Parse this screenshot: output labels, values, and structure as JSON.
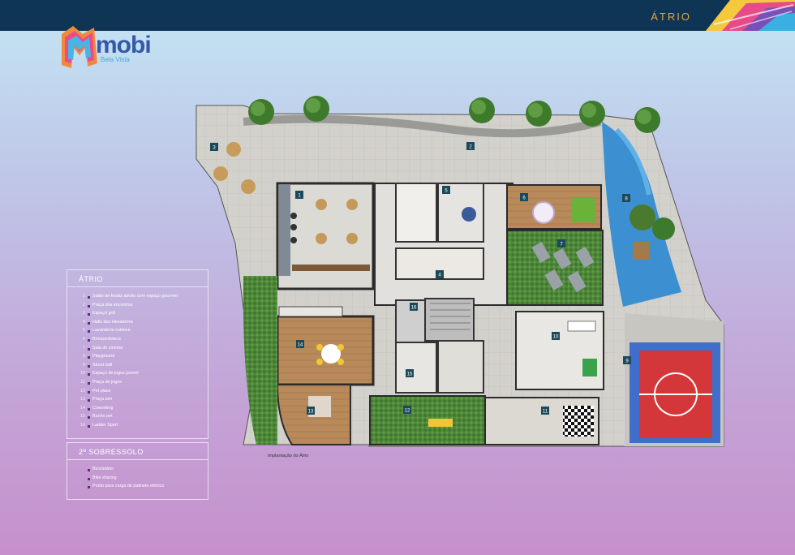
{
  "header": {
    "section_title": "ÁTRIO"
  },
  "logo": {
    "name": "mobi",
    "subtitle": "Bela Vista"
  },
  "legend_atrio": {
    "title": "ÁTRIO",
    "items": [
      {
        "num": "1",
        "label": "Salão de festas adulto com espaço gourmet"
      },
      {
        "num": "2",
        "label": "Praça dos encontros"
      },
      {
        "num": "3",
        "label": "Espaço grill"
      },
      {
        "num": "4",
        "label": "Halls dos elevadores"
      },
      {
        "num": "5",
        "label": "Lavanderia coletiva"
      },
      {
        "num": "6",
        "label": "Brinquedoteca"
      },
      {
        "num": "7",
        "label": "Sala de cinema"
      },
      {
        "num": "8",
        "label": "Playground"
      },
      {
        "num": "9",
        "label": "Street ball"
      },
      {
        "num": "10",
        "label": "Espaço de jogos juvenil"
      },
      {
        "num": "11",
        "label": "Praça de jogos"
      },
      {
        "num": "12",
        "label": "Pet place"
      },
      {
        "num": "13",
        "label": "Praça zen"
      },
      {
        "num": "14",
        "label": "Coworking"
      },
      {
        "num": "15",
        "label": "Banho pet"
      },
      {
        "num": "16",
        "label": "Ladder Sport"
      }
    ]
  },
  "legend_subsolo": {
    "title": "2º SOBRESSOLO",
    "items": [
      {
        "label": "Bicicletário"
      },
      {
        "label": "Bike sharing"
      },
      {
        "label": "Ponto para carga de patinete elétrico"
      }
    ]
  },
  "plan": {
    "caption": "Implantação do Átrio",
    "area_numbers": [
      "1",
      "2",
      "3",
      "4",
      "5",
      "6",
      "7",
      "8",
      "9",
      "10",
      "11",
      "12",
      "13",
      "14",
      "15",
      "16"
    ]
  },
  "colors": {
    "topbar": "#0f3554",
    "accent": "#e8a33c",
    "legend_text": "#ffffff"
  }
}
